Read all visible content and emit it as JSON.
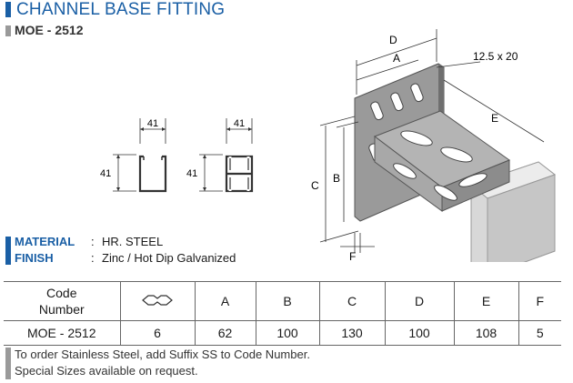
{
  "header": {
    "title": "CHANNEL BASE FITTING",
    "model": "MOE - 2512"
  },
  "profiles": [
    {
      "width_label": "41",
      "height_label": "41"
    },
    {
      "width_label": "41",
      "height_label": "41"
    }
  ],
  "diagram": {
    "dim_D": "D",
    "dim_A": "A",
    "slot": "12.5 x 20",
    "dim_E": "E",
    "dim_C": "C",
    "dim_B": "B",
    "dim_F": "F"
  },
  "specs": {
    "material_label": "MATERIAL",
    "material_value": "HR. STEEL",
    "finish_label": "FINISH",
    "finish_value": "Zinc / Hot Dip Galvanized",
    "colon": ":"
  },
  "table": {
    "headers": [
      "Code\nNumber",
      "",
      "A",
      "B",
      "C",
      "D",
      "E",
      "F"
    ],
    "rows": [
      [
        "MOE - 2512",
        "6",
        "62",
        "100",
        "130",
        "100",
        "108",
        "5"
      ]
    ]
  },
  "notes": [
    "To order Stainless Steel, add Suffix SS to Code Number.",
    "Special Sizes available on request."
  ]
}
